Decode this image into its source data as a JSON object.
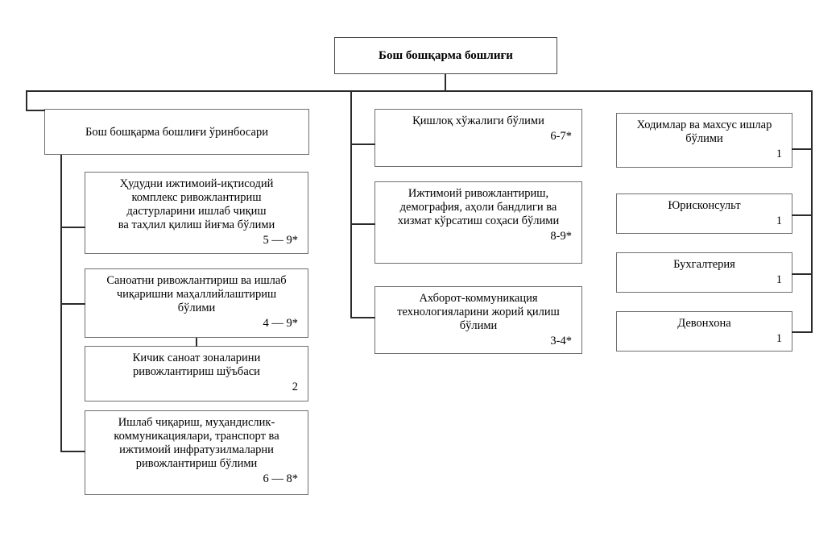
{
  "diagram": {
    "title_text": "Бош бошқарма бошлиғи",
    "root": {
      "label": "Бош бошқарма бошлиғи",
      "count": ""
    },
    "deputy": {
      "label": "Бош бошқарма бошлиғи ўринбосари",
      "count": ""
    },
    "left_column": [
      {
        "label": "Ҳудудни ижтимоий-иқтисодий\nкомплекс ривожлантириш\nдастурларини ишлаб чиқиш\nва таҳлил қилиш йиғма бўлими",
        "count": "5 — 9*"
      },
      {
        "label": "Саноатни ривожлантириш ва ишлаб\nчиқаришни маҳаллийлаштириш\nбўлими",
        "count": "4 — 9*"
      },
      {
        "label": "Кичик саноат зоналарини\nривожлантириш шўъбаси",
        "count": "2"
      },
      {
        "label": "Ишлаб чиқариш, муҳандислик-\nкоммуникациялари, транспорт ва\nижтимоий инфратузилмаларни\nривожлантириш бўлими",
        "count": "6 — 8*"
      }
    ],
    "middle_column": [
      {
        "label": "Қишлоқ хўжалиги бўлими",
        "count": "6-7*"
      },
      {
        "label": "Ижтимоий ривожлантириш,\nдемография, аҳоли бандлиги ва\nхизмат кўрсатиш соҳаси бўлими",
        "count": "8-9*"
      },
      {
        "label": "Ахборот-коммуникация\nтехнологияларини жорий қилиш\nбўлими",
        "count": "3-4*"
      }
    ],
    "right_column": [
      {
        "label": "Ходимлар ва махсус ишлар\nбўлими",
        "count": "1"
      },
      {
        "label": "Юрисконсульт",
        "count": "1"
      },
      {
        "label": "Бухгалтерия",
        "count": "1"
      },
      {
        "label": "Девонхона",
        "count": "1"
      }
    ],
    "colors": {
      "box_border": "#6f6f6f",
      "connector": "#2b2b2b",
      "background": "#ffffff",
      "text": "#000000"
    }
  }
}
